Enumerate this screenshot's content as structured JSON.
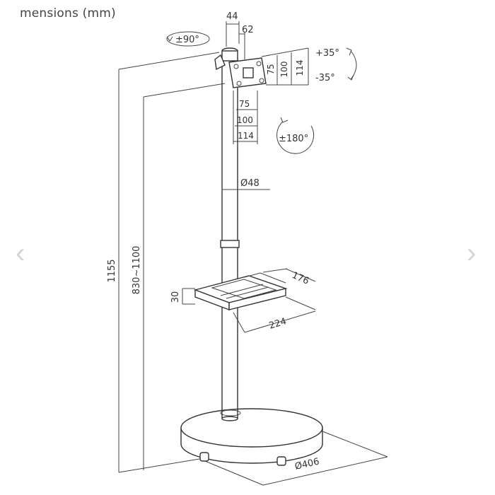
{
  "title": "mensions (mm)",
  "nav": {
    "prev_glyph": "‹",
    "next_glyph": "›"
  },
  "labels": {
    "height_total": "1155",
    "height_range": "830~1100",
    "pole_top_width": "44",
    "bracket_offset": "62",
    "swivel": "±90°",
    "tilt_up": "+35°",
    "tilt_down": "-35°",
    "rotation": "±180°",
    "vesa_v_75": "75",
    "vesa_v_100": "100",
    "vesa_v_114": "114",
    "vesa_h_75": "75",
    "vesa_h_100": "100",
    "vesa_h_114": "114",
    "pole_diameter": "Ø48",
    "shelf_height": "30",
    "shelf_depth": "176",
    "shelf_width": "224",
    "base_diameter": "Ø406"
  }
}
